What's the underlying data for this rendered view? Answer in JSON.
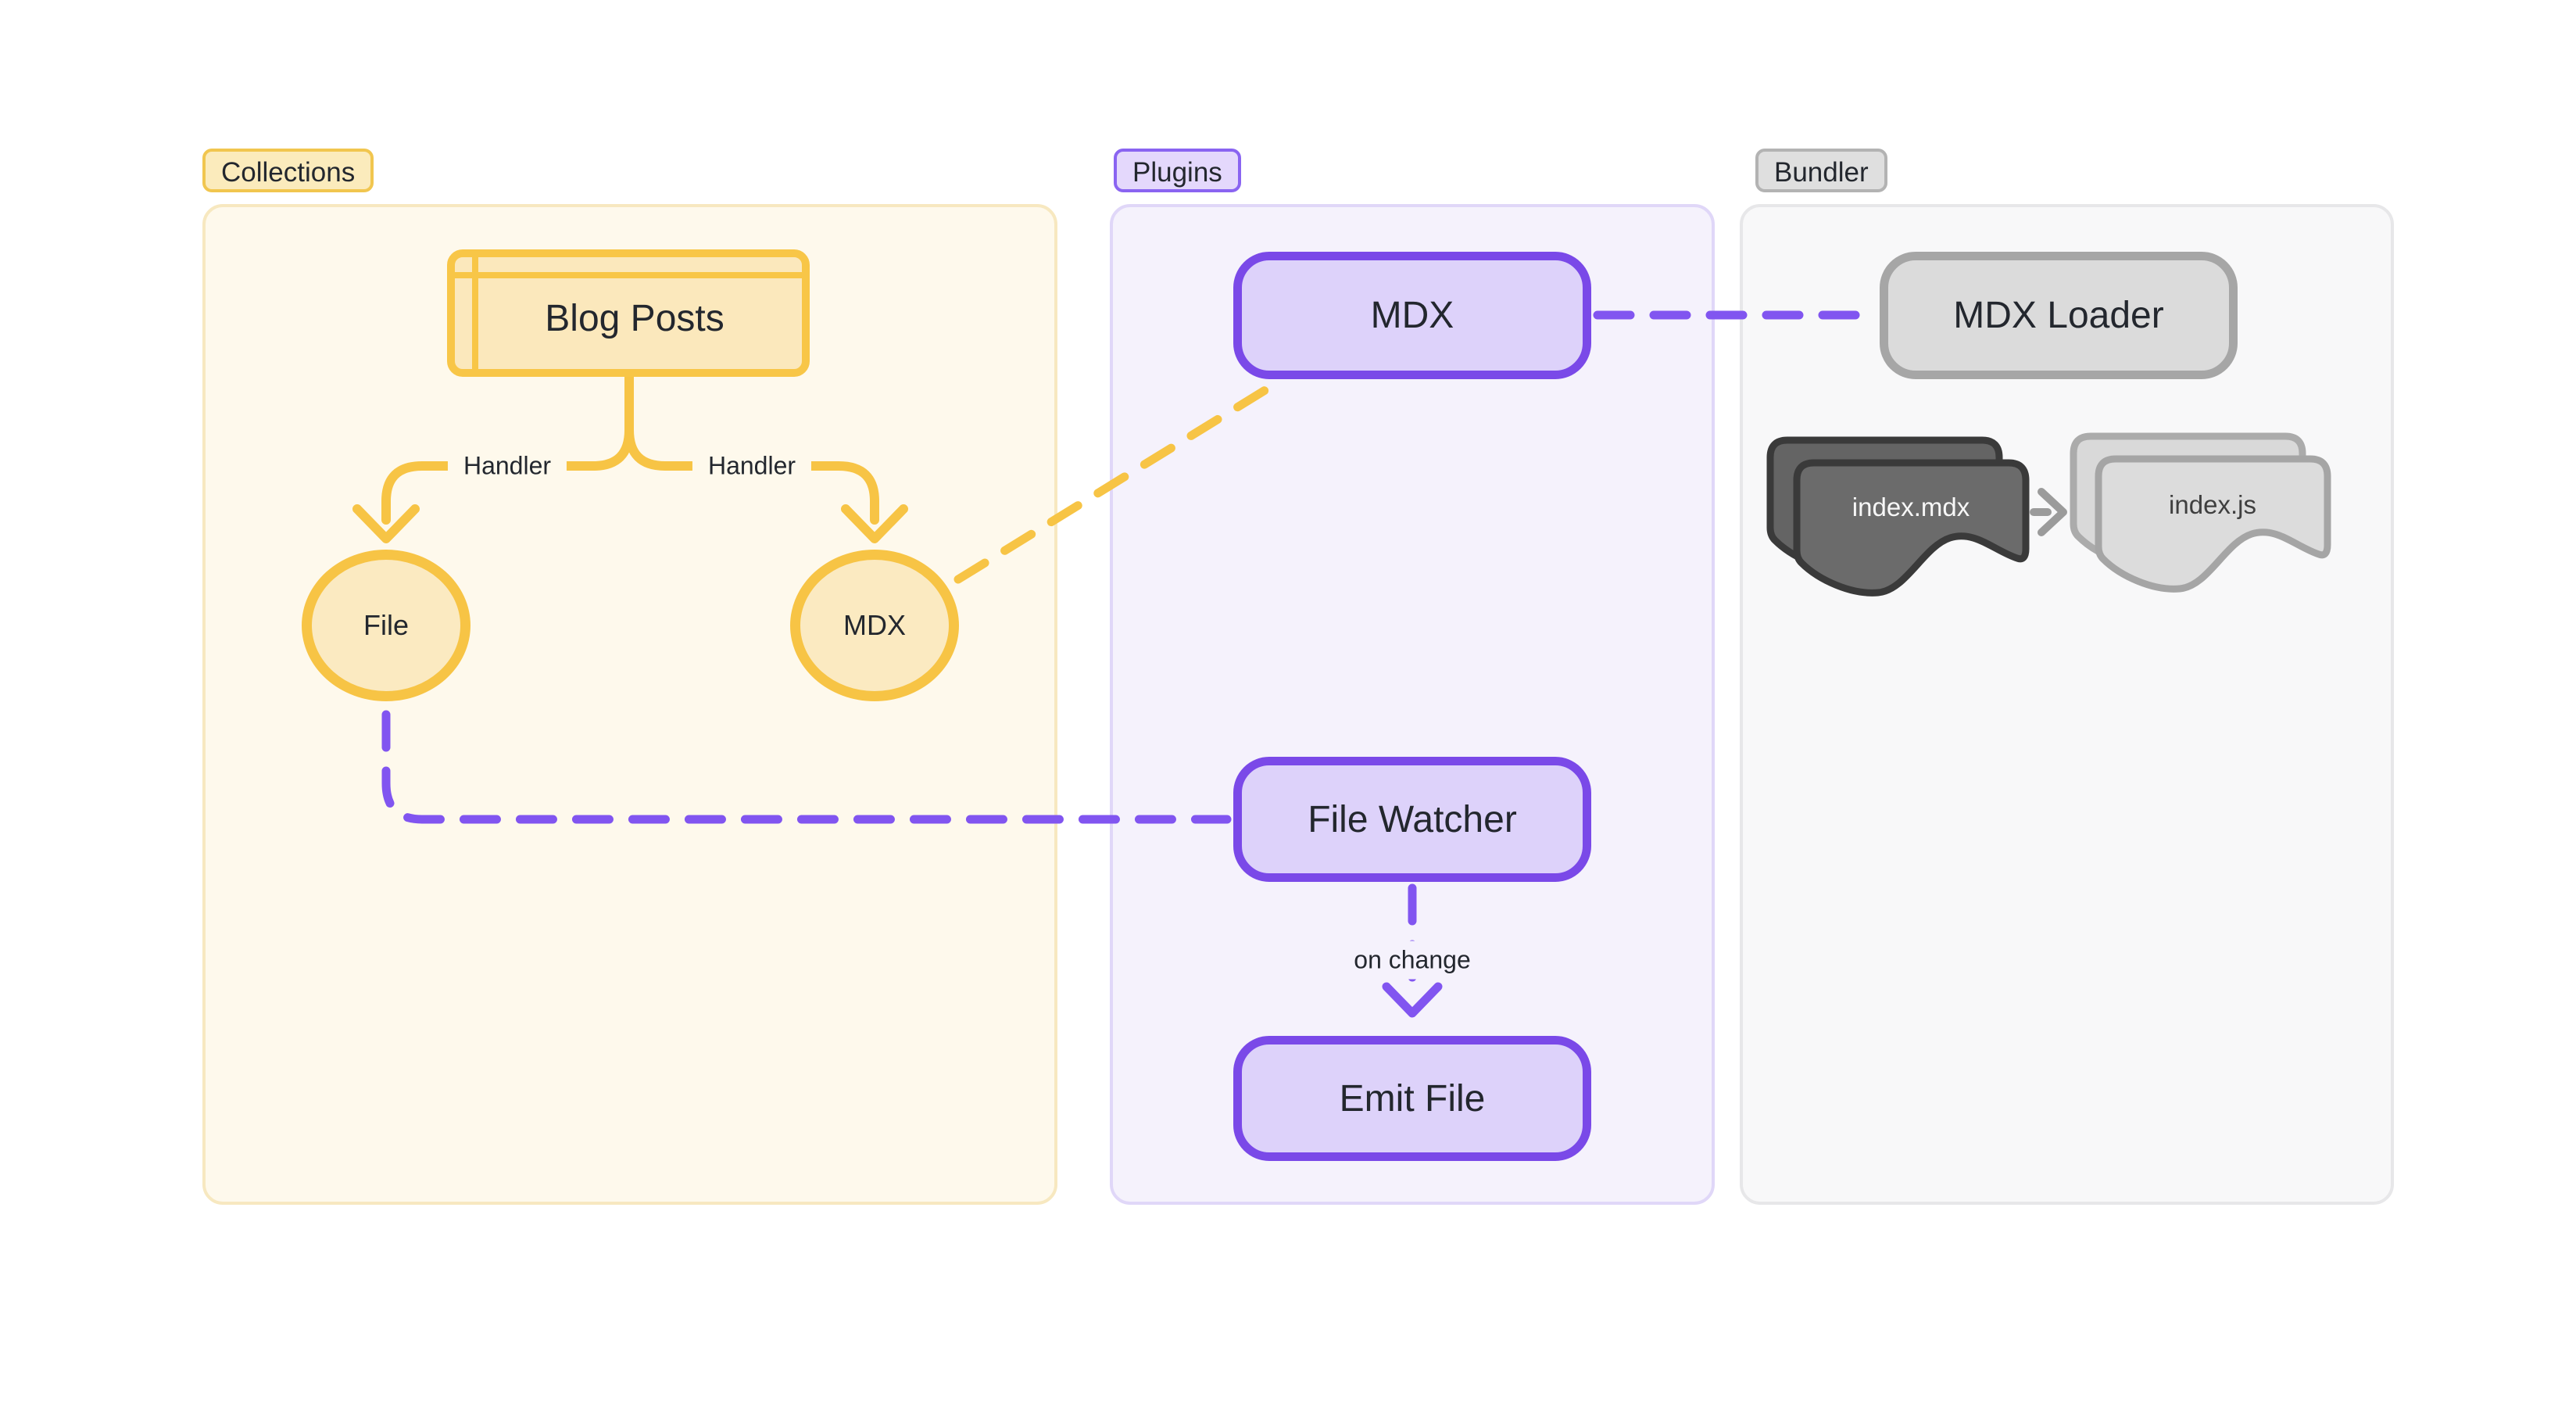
{
  "sections": {
    "collections": {
      "label": "Collections"
    },
    "plugins": {
      "label": "Plugins"
    },
    "bundler": {
      "label": "Bundler"
    }
  },
  "nodes": {
    "blog_posts": {
      "label": "Blog Posts"
    },
    "file": {
      "label": "File"
    },
    "mdx_collection": {
      "label": "MDX"
    },
    "mdx_plugin": {
      "label": "MDX"
    },
    "file_watcher": {
      "label": "File Watcher"
    },
    "emit_file": {
      "label": "Emit File"
    },
    "mdx_loader": {
      "label": "MDX Loader"
    },
    "index_mdx": {
      "label": "index.mdx"
    },
    "index_js": {
      "label": "index.js"
    }
  },
  "edges": {
    "handler_left": "Handler",
    "handler_right": "Handler",
    "on_change": "on change"
  },
  "colors": {
    "yellow_stroke": "#F7C445",
    "yellow_node_fill": "#FBE9BF",
    "yellow_container_fill": "#FEF9EC",
    "purple_stroke": "#7A49E8",
    "purple_dash": "#8155F0",
    "purple_node_fill": "#DDD2FA",
    "purple_container_fill": "#F5F2FC",
    "gray_stroke": "#A6A6A6",
    "gray_node_fill": "#DBDBDB",
    "gray_container_fill": "#F8F8F9",
    "dark_doc_fill": "#6B6B6B",
    "light_doc_fill": "#DCDCDC",
    "text": "#23272E"
  }
}
